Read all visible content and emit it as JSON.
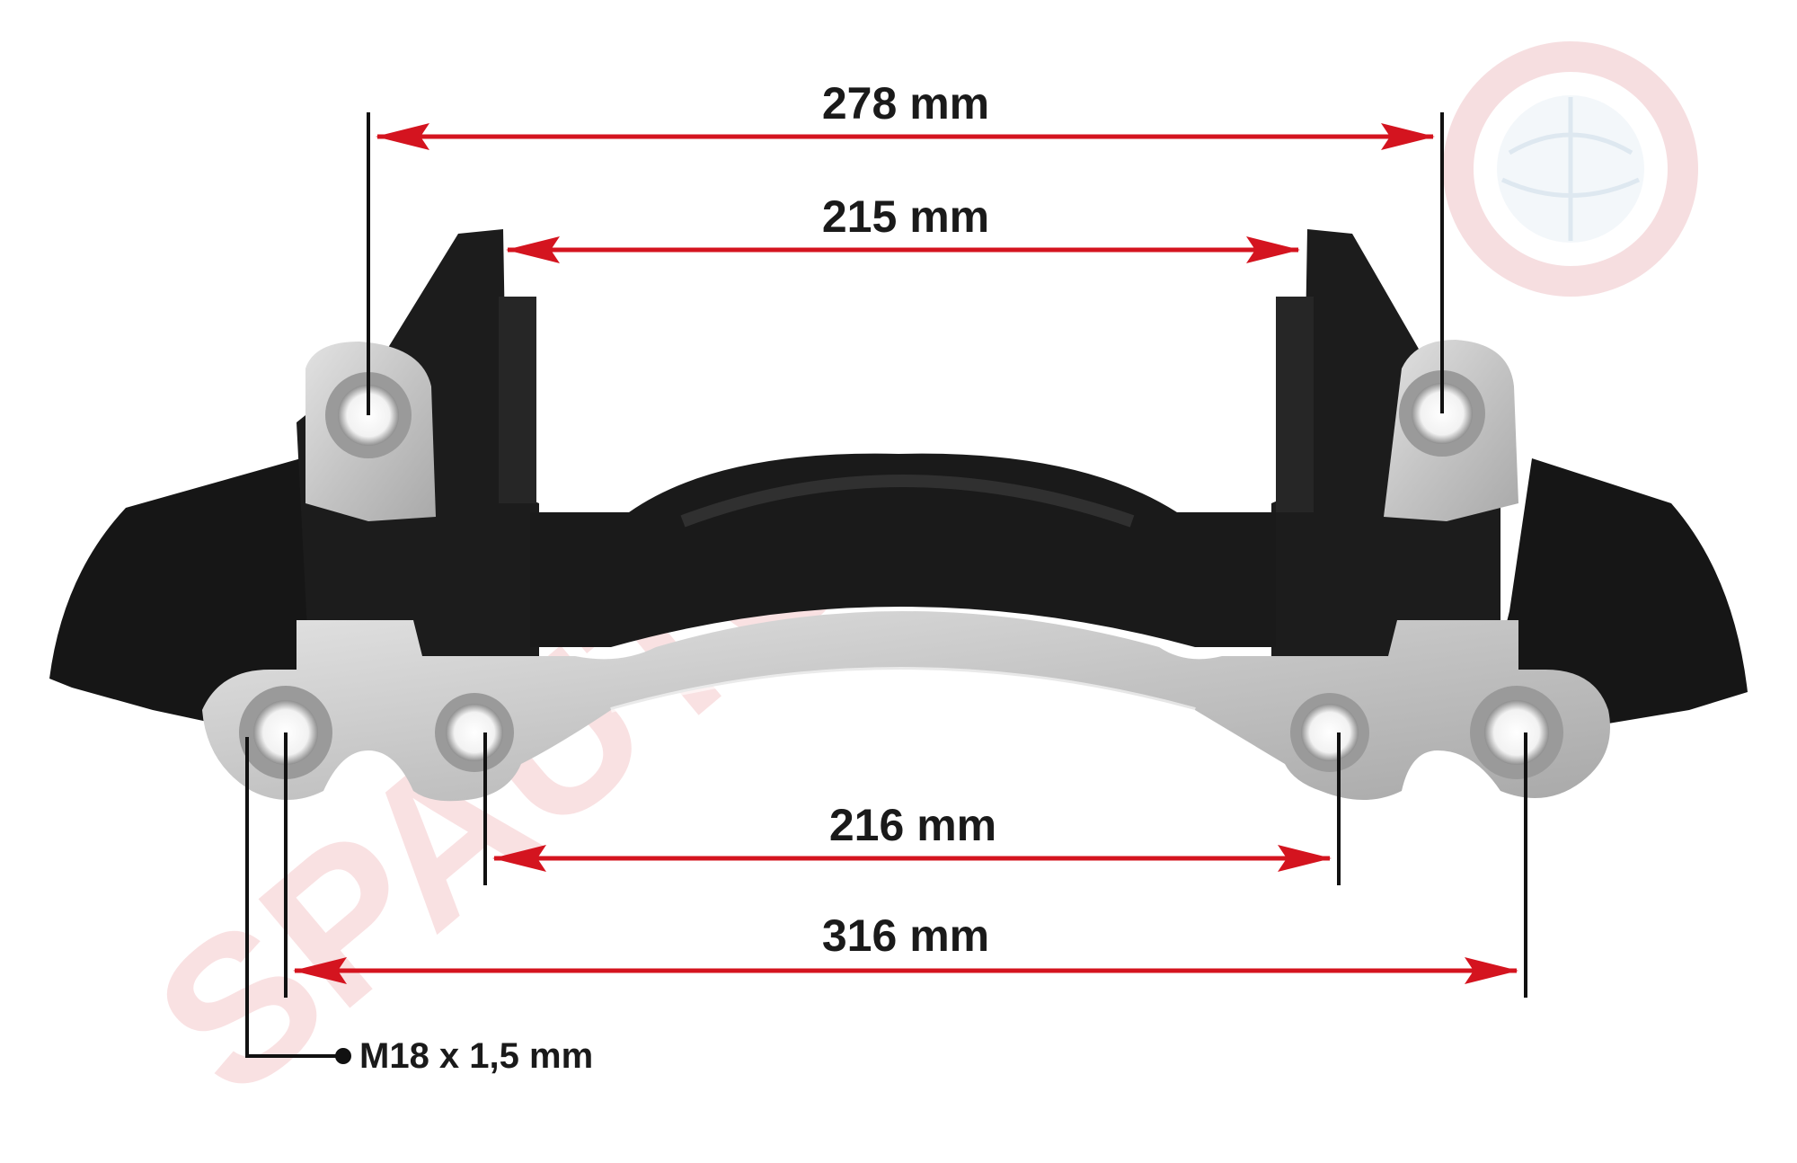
{
  "watermark": {
    "text": "SPAUTO",
    "color": "#f5c9cc"
  },
  "diagram": {
    "subject": "brake caliper carrier",
    "arrow_color": "#d4141f",
    "line_color": "#111111",
    "dimensions": [
      {
        "id": "top-outer",
        "label": "278 mm"
      },
      {
        "id": "top-inner",
        "label": "215 mm"
      },
      {
        "id": "bottom-inner",
        "label": "216 mm"
      },
      {
        "id": "bottom-outer",
        "label": "316 mm"
      }
    ],
    "thread_note": "M18 x 1,5 mm"
  },
  "colors": {
    "body": "#1b1b1b",
    "machined_face": "#c9c9c9",
    "logo_ring": "#f0c8cb"
  }
}
